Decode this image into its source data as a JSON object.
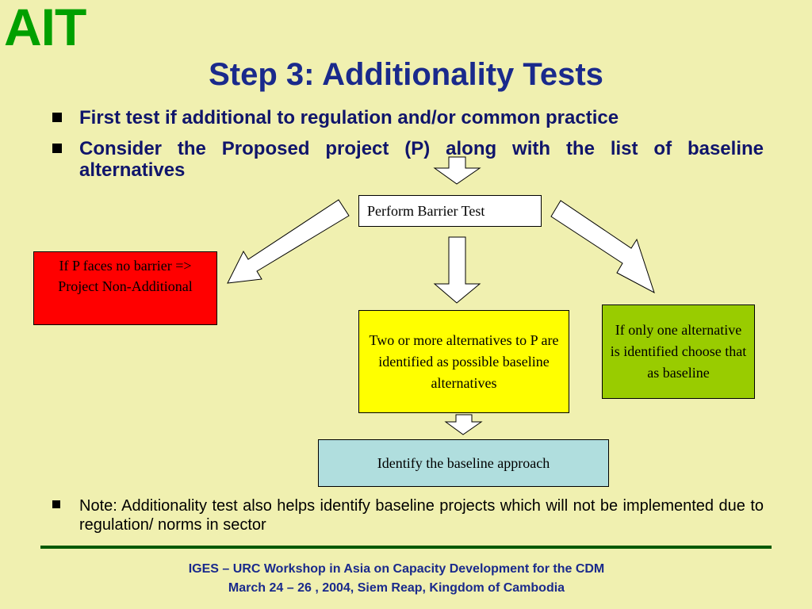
{
  "logo": "AIT",
  "title": "Step 3: Additionality Tests",
  "bullets": [
    "First test if additional to regulation and/or common practice",
    "Consider the Proposed project (P) along with the list of baseline alternatives"
  ],
  "flow": {
    "barrier_test": "Perform Barrier Test",
    "no_barrier": "If P faces  no barrier => Project Non-Additional",
    "multiple_alternatives": "Two or more alternatives to P are identified as possible baseline alternatives",
    "one_alternative": "If only one alternative is identified choose that as baseline",
    "baseline_approach": "Identify the baseline approach"
  },
  "note": "Note: Additionality test also helps identify baseline projects which will not be implemented due to regulation/ norms in sector",
  "footer": {
    "line1": "IGES – URC  Workshop in Asia  on Capacity Development for the CDM",
    "line2": "March 24 – 26 , 2004, Siem Reap, Kingdom of Cambodia"
  },
  "colors": {
    "background": "#f0f0b0",
    "logo": "#00a000",
    "title": "#1a2a8c",
    "red_box": "#ff0000",
    "yellow_box": "#ffff00",
    "green_box": "#99cc00",
    "blue_box": "#b0dede",
    "rule": "#005a00"
  }
}
